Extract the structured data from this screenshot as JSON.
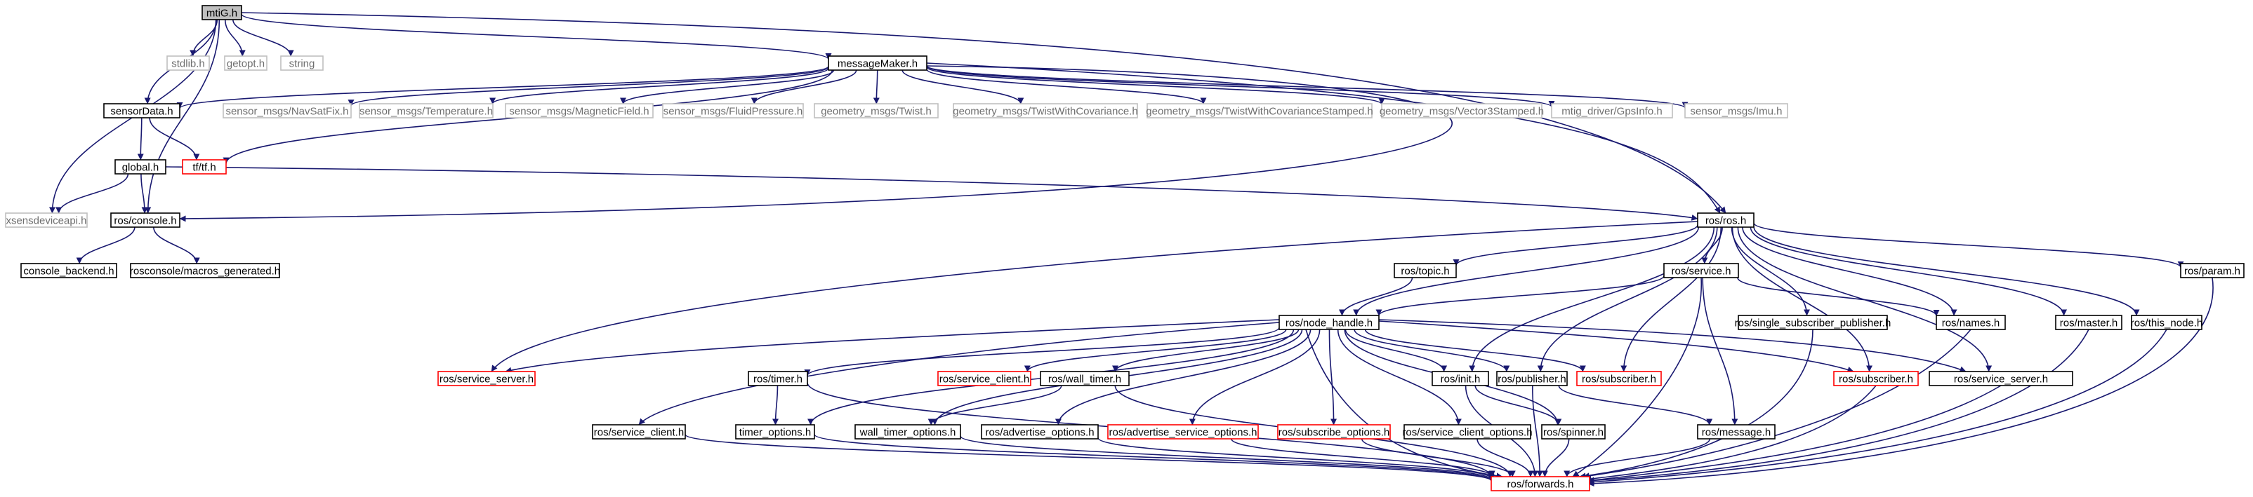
{
  "colors": {
    "edge": "#191970",
    "root_fill": "#bfbfbf",
    "node_border": "#000000",
    "external_border": "#bfbfbf",
    "external_text": "#6e6e6e",
    "truncated_border": "#ff0000"
  },
  "nodes": [
    {
      "id": "mtiG",
      "label": "mtiG.h",
      "style": "root"
    },
    {
      "id": "stdlib",
      "label": "stdlib.h",
      "style": "external"
    },
    {
      "id": "getopt",
      "label": "getopt.h",
      "style": "external"
    },
    {
      "id": "string",
      "label": "string",
      "style": "external"
    },
    {
      "id": "messageMaker",
      "label": "messageMaker.h",
      "style": "normal"
    },
    {
      "id": "sensorData",
      "label": "sensorData.h",
      "style": "normal"
    },
    {
      "id": "navsat",
      "label": "sensor_msgs/NavSatFix.h",
      "style": "external"
    },
    {
      "id": "temperature",
      "label": "sensor_msgs/Temperature.h",
      "style": "external"
    },
    {
      "id": "magnetic",
      "label": "sensor_msgs/MagneticField.h",
      "style": "external"
    },
    {
      "id": "fluid",
      "label": "sensor_msgs/FluidPressure.h",
      "style": "external"
    },
    {
      "id": "twist",
      "label": "geometry_msgs/Twist.h",
      "style": "external"
    },
    {
      "id": "twistcov",
      "label": "geometry_msgs/TwistWithCovariance.h",
      "style": "external"
    },
    {
      "id": "twistcovst",
      "label": "geometry_msgs/TwistWithCovarianceStamped.h",
      "style": "external"
    },
    {
      "id": "vector3",
      "label": "geometry_msgs/Vector3Stamped.h",
      "style": "external"
    },
    {
      "id": "gpsinfo",
      "label": "mtig_driver/GpsInfo.h",
      "style": "external"
    },
    {
      "id": "imu",
      "label": "sensor_msgs/Imu.h",
      "style": "external"
    },
    {
      "id": "tf",
      "label": "tf/tf.h",
      "style": "truncated"
    },
    {
      "id": "global",
      "label": "global.h",
      "style": "normal"
    },
    {
      "id": "xsens",
      "label": "xsensdeviceapi.h",
      "style": "external"
    },
    {
      "id": "console",
      "label": "ros/console.h",
      "style": "normal"
    },
    {
      "id": "consolebackend",
      "label": "console_backend.h",
      "style": "normal"
    },
    {
      "id": "macros",
      "label": "rosconsole/macros_generated.h",
      "style": "normal"
    },
    {
      "id": "ros",
      "label": "ros/ros.h",
      "style": "normal"
    },
    {
      "id": "topic",
      "label": "ros/topic.h",
      "style": "normal"
    },
    {
      "id": "service",
      "label": "ros/service.h",
      "style": "normal"
    },
    {
      "id": "singlepub",
      "label": "ros/single_subscriber_publisher.h",
      "style": "normal"
    },
    {
      "id": "names",
      "label": "ros/names.h",
      "style": "normal"
    },
    {
      "id": "master",
      "label": "ros/master.h",
      "style": "normal"
    },
    {
      "id": "thisnode",
      "label": "ros/this_node.h",
      "style": "normal"
    },
    {
      "id": "param",
      "label": "ros/param.h",
      "style": "normal"
    },
    {
      "id": "nodehandle",
      "label": "ros/node_handle.h",
      "style": "normal"
    },
    {
      "id": "serviceserver1",
      "label": "ros/service_server.h",
      "style": "truncated"
    },
    {
      "id": "timer",
      "label": "ros/timer.h",
      "style": "normal"
    },
    {
      "id": "serviceclient1",
      "label": "ros/service_client.h",
      "style": "truncated"
    },
    {
      "id": "walltimer",
      "label": "ros/wall_timer.h",
      "style": "normal"
    },
    {
      "id": "init",
      "label": "ros/init.h",
      "style": "normal"
    },
    {
      "id": "publisher",
      "label": "ros/publisher.h",
      "style": "normal"
    },
    {
      "id": "subscriber1",
      "label": "ros/subscriber.h",
      "style": "truncated"
    },
    {
      "id": "subscriber2",
      "label": "ros/subscriber.h",
      "style": "truncated"
    },
    {
      "id": "serviceserver2",
      "label": "ros/service_server.h",
      "style": "normal"
    },
    {
      "id": "serviceclient2",
      "label": "ros/service_client.h",
      "style": "normal"
    },
    {
      "id": "timeroptions",
      "label": "timer_options.h",
      "style": "normal"
    },
    {
      "id": "walltimeroptions",
      "label": "wall_timer_options.h",
      "style": "normal"
    },
    {
      "id": "advertiseoptions",
      "label": "ros/advertise_options.h",
      "style": "normal"
    },
    {
      "id": "advertiseserviceoptions",
      "label": "ros/advertise_service_options.h",
      "style": "truncated"
    },
    {
      "id": "subscribeoptions",
      "label": "ros/subscribe_options.h",
      "style": "truncated"
    },
    {
      "id": "serviceclientoptions",
      "label": "ros/service_client_options.h",
      "style": "normal"
    },
    {
      "id": "spinner",
      "label": "ros/spinner.h",
      "style": "normal"
    },
    {
      "id": "message",
      "label": "ros/message.h",
      "style": "normal"
    },
    {
      "id": "forwards",
      "label": "ros/forwards.h",
      "style": "truncated"
    }
  ],
  "edges": [
    [
      "mtiG",
      "stdlib"
    ],
    [
      "mtiG",
      "getopt"
    ],
    [
      "mtiG",
      "string"
    ],
    [
      "mtiG",
      "messageMaker"
    ],
    [
      "mtiG",
      "sensorData"
    ],
    [
      "mtiG",
      "xsens"
    ],
    [
      "mtiG",
      "console"
    ],
    [
      "mtiG",
      "ros"
    ],
    [
      "messageMaker",
      "sensorData"
    ],
    [
      "messageMaker",
      "navsat"
    ],
    [
      "messageMaker",
      "temperature"
    ],
    [
      "messageMaker",
      "magnetic"
    ],
    [
      "messageMaker",
      "fluid"
    ],
    [
      "messageMaker",
      "twist"
    ],
    [
      "messageMaker",
      "twistcov"
    ],
    [
      "messageMaker",
      "twistcovst"
    ],
    [
      "messageMaker",
      "vector3"
    ],
    [
      "messageMaker",
      "gpsinfo"
    ],
    [
      "messageMaker",
      "imu"
    ],
    [
      "messageMaker",
      "tf"
    ],
    [
      "messageMaker",
      "console"
    ],
    [
      "messageMaker",
      "ros"
    ],
    [
      "sensorData",
      "tf"
    ],
    [
      "sensorData",
      "global"
    ],
    [
      "global",
      "xsens"
    ],
    [
      "global",
      "console"
    ],
    [
      "global",
      "ros"
    ],
    [
      "console",
      "consolebackend"
    ],
    [
      "console",
      "macros"
    ],
    [
      "ros",
      "topic"
    ],
    [
      "ros",
      "service"
    ],
    [
      "ros",
      "singlepub"
    ],
    [
      "ros",
      "names"
    ],
    [
      "ros",
      "master"
    ],
    [
      "ros",
      "thisnode"
    ],
    [
      "ros",
      "param"
    ],
    [
      "ros",
      "nodehandle"
    ],
    [
      "ros",
      "serviceserver1"
    ],
    [
      "ros",
      "init"
    ],
    [
      "ros",
      "publisher"
    ],
    [
      "ros",
      "subscriber1"
    ],
    [
      "ros",
      "subscriber2"
    ],
    [
      "ros",
      "serviceserver2"
    ],
    [
      "topic",
      "nodehandle"
    ],
    [
      "service",
      "nodehandle"
    ],
    [
      "service",
      "names"
    ],
    [
      "service",
      "message"
    ],
    [
      "service",
      "forwards"
    ],
    [
      "nodehandle",
      "serviceserver1"
    ],
    [
      "nodehandle",
      "timer"
    ],
    [
      "nodehandle",
      "serviceclient1"
    ],
    [
      "nodehandle",
      "walltimer"
    ],
    [
      "nodehandle",
      "init"
    ],
    [
      "nodehandle",
      "publisher"
    ],
    [
      "nodehandle",
      "subscriber1"
    ],
    [
      "nodehandle",
      "subscriber2"
    ],
    [
      "nodehandle",
      "serviceserver2"
    ],
    [
      "nodehandle",
      "serviceclient2"
    ],
    [
      "nodehandle",
      "timeroptions"
    ],
    [
      "nodehandle",
      "walltimeroptions"
    ],
    [
      "nodehandle",
      "advertiseoptions"
    ],
    [
      "nodehandle",
      "advertiseserviceoptions"
    ],
    [
      "nodehandle",
      "subscribeoptions"
    ],
    [
      "nodehandle",
      "serviceclientoptions"
    ],
    [
      "nodehandle",
      "spinner"
    ],
    [
      "nodehandle",
      "forwards"
    ],
    [
      "timer",
      "timeroptions"
    ],
    [
      "timer",
      "forwards"
    ],
    [
      "walltimer",
      "walltimeroptions"
    ],
    [
      "walltimer",
      "forwards"
    ],
    [
      "init",
      "spinner"
    ],
    [
      "init",
      "forwards"
    ],
    [
      "publisher",
      "message"
    ],
    [
      "publisher",
      "forwards"
    ],
    [
      "singlepub",
      "forwards"
    ],
    [
      "names",
      "forwards"
    ],
    [
      "master",
      "forwards"
    ],
    [
      "thisnode",
      "forwards"
    ],
    [
      "param",
      "forwards"
    ],
    [
      "subscriber2",
      "forwards"
    ],
    [
      "serviceserver2",
      "forwards"
    ],
    [
      "serviceclient2",
      "forwards"
    ],
    [
      "timeroptions",
      "forwards"
    ],
    [
      "walltimeroptions",
      "forwards"
    ],
    [
      "advertiseoptions",
      "forwards"
    ],
    [
      "advertiseserviceoptions",
      "forwards"
    ],
    [
      "subscribeoptions",
      "forwards"
    ],
    [
      "serviceclientoptions",
      "forwards"
    ],
    [
      "spinner",
      "forwards"
    ],
    [
      "message",
      "forwards"
    ]
  ]
}
